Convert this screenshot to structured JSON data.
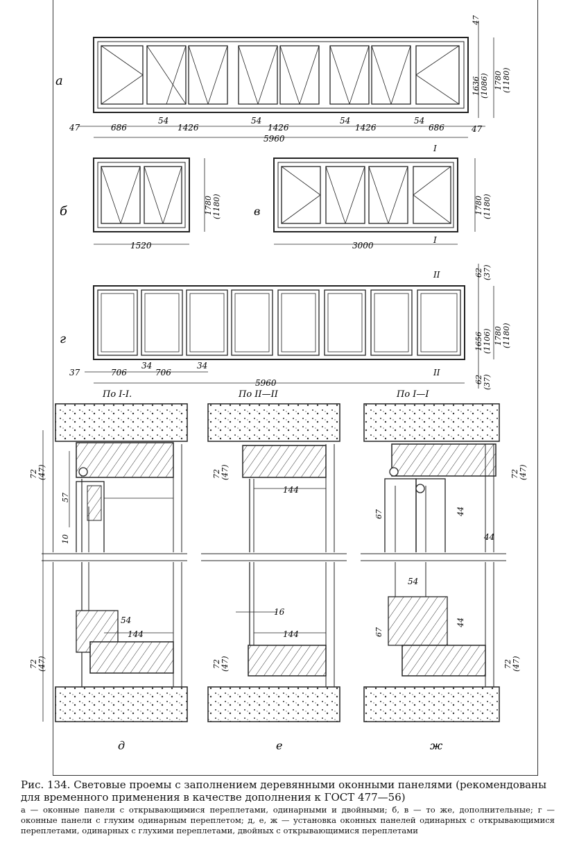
{
  "labels": {
    "a": "а",
    "b": "б",
    "v": "в",
    "g": "г",
    "d": "д",
    "e": "е",
    "zh": "ж"
  },
  "dims": {
    "a": {
      "left_edge": "47",
      "right_edge": "47",
      "seg1": "686",
      "gap1": "54",
      "seg2": "1426",
      "gap2": "54",
      "seg3": "1426",
      "gap3": "54",
      "seg4": "1426",
      "gap4": "54",
      "seg5": "686",
      "total": "5960",
      "top": "47",
      "h_inner": "1636",
      "h_inner_alt": "(1086)",
      "h_outer": "1780",
      "h_outer_alt": "(1180)"
    },
    "b": {
      "width": "1520",
      "h": "1780",
      "h_alt": "(1180)"
    },
    "v": {
      "width": "3000",
      "h": "1780",
      "h_alt": "(1180)",
      "mark_top": "I",
      "mark_bottom": "I"
    },
    "g": {
      "left_edge": "37",
      "seg": "706",
      "gap": "34",
      "seg2": "706",
      "gap2": "34",
      "total": "5960",
      "top": "62",
      "top_alt": "(37)",
      "h_inner": "1656",
      "h_inner_alt": "(1106)",
      "h_outer": "1780",
      "h_outer_alt": "(1180)",
      "bottom": "62",
      "bottom_alt": "(37)",
      "mark_top": "II",
      "mark_bottom": "II"
    },
    "d": {
      "section": "По I-I.",
      "top": "72",
      "top_alt": "(47)",
      "a": "57",
      "b": "10",
      "c": "54",
      "d": "144",
      "bot": "72",
      "bot_alt": "(47)"
    },
    "e": {
      "section": "По II—II",
      "top": "72",
      "top_alt": "(47)",
      "a": "144",
      "b": "16",
      "c": "144",
      "bot": "72",
      "bot_alt": "(47)"
    },
    "zh": {
      "section": "По I—I",
      "top": "72",
      "top_alt": "(47)",
      "a": "67",
      "b": "44",
      "c": "44",
      "d": "54",
      "e": "67",
      "f": "44",
      "bot": "72",
      "bot_alt": "(47)"
    }
  },
  "caption": "Рис. 134. Световые проемы с заполнением деревянными оконными панелями (рекомендованы для временного применения в качестве дополнения к ГОСТ 477—56)",
  "legend": "а — оконные панели с открывающимися переплетами, одинарными и двойными; б, в — то же, дополнительные; г — оконные панели с глухим одинарным переплетом; д, е, ж — установка оконных панелей одинарных с открывающимися переплетами, одинарных с глухими переплетами, двойных с открывающимися переплетами"
}
